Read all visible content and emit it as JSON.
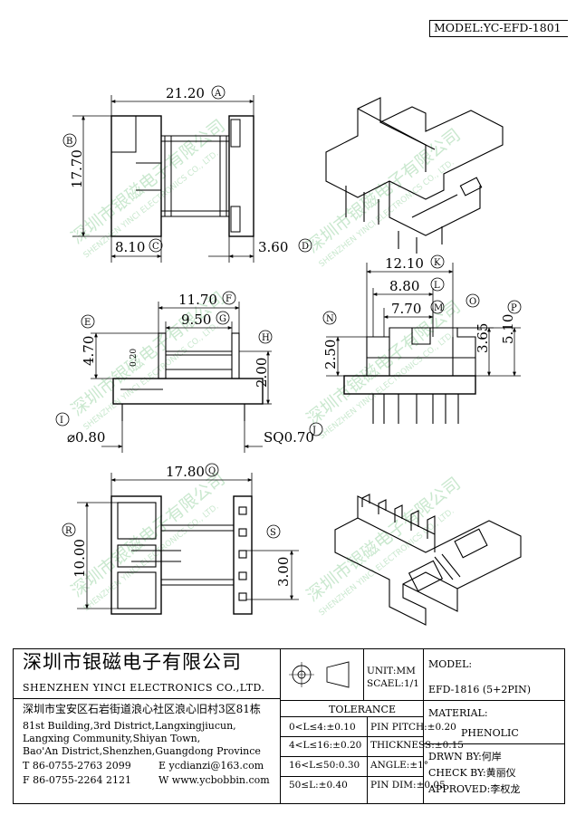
{
  "model_header": "MODEL:YC-EFD-1801",
  "dims": {
    "A": {
      "value": "21.20",
      "letter": "A"
    },
    "B": {
      "value": "17.70",
      "letter": "B"
    },
    "C": {
      "value": "8.10",
      "letter": "C"
    },
    "D": {
      "value": "3.60",
      "letter": "D"
    },
    "E": {
      "value": "4.70",
      "letter": "E"
    },
    "F": {
      "value": "11.70",
      "letter": "F"
    },
    "G": {
      "value": "9.50",
      "letter": "G"
    },
    "H": {
      "value": "2.00",
      "letter": "H"
    },
    "I": {
      "value": "⌀0.80",
      "letter": "I"
    },
    "J": {
      "value": "SQ0.70",
      "letter": "J"
    },
    "K": {
      "value": "12.10",
      "letter": "K"
    },
    "L": {
      "value": "8.80",
      "letter": "L"
    },
    "M": {
      "value": "7.70",
      "letter": "M"
    },
    "N": {
      "value": "2.50",
      "letter": "N"
    },
    "O": {
      "value": "3.65",
      "letter": "O"
    },
    "P": {
      "value": "5.10",
      "letter": "P"
    },
    "Q": {
      "value": "17.80",
      "letter": "Q"
    },
    "R": {
      "value": "10.00",
      "letter": "R"
    },
    "S": {
      "value": "3.00",
      "letter": "S"
    },
    "small": "0.20"
  },
  "watermark": {
    "cn": "深圳市银磁电子有限公司",
    "en": "SHENZHEN YINCI ELECTRONICS CO., LTD."
  },
  "title_block": {
    "company_cn": "深圳市银磁电子有限公司",
    "company_en": "SHENZHEN YINCI ELECTRONICS CO.,LTD.",
    "address_cn": "深圳市宝安区石岩街道浪心社区浪心旧村3区81栋",
    "address_en": [
      "81st Building,3rd District,Langxingjiucun,",
      "Langxing Community,Shiyan Town,",
      "Bao'An District,Shenzhen,Guangdong Province"
    ],
    "tel": "T 86-0755-2763 2099",
    "fax": "F 86-0755-2264 2121",
    "email": "E ycdianzi@163.com",
    "web": "W www.ycbobbin.com",
    "unit": "UNIT:MM",
    "scale": "SCAEL:1/1",
    "model_label": "MODEL:",
    "model_value": "EFD-1816 (5+2PIN)",
    "tolerance_label": "TOLERANCE",
    "tolerances_left": [
      "0<L≤4:±0.10",
      "4<L≤16:±0.20",
      "16<L≤50:0.30",
      "50≤L:±0.40"
    ],
    "tolerances_right": [
      "PIN PITCH:±0.20",
      "THICKNESS:±0.15",
      "ANGLE:±1°",
      "PIN DIM:±0.05"
    ],
    "material_label": "MATERIAL:",
    "material_value": "PHENOLIC",
    "drawn": "DRWN BY:何岸",
    "check": "CHECK BY:黄丽仪",
    "approved": "APPROVED:李权龙"
  }
}
